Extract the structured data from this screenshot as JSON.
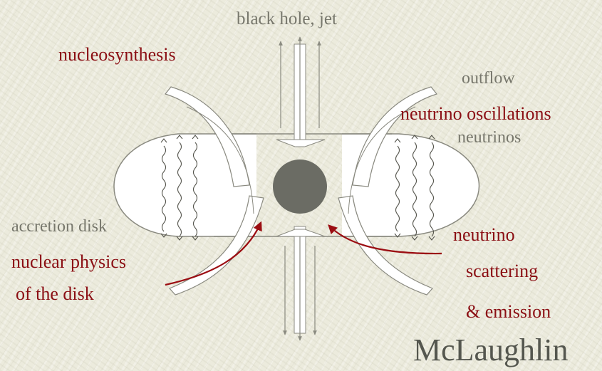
{
  "labels": {
    "black_hole_jet": "black hole, jet",
    "nucleosynthesis": "nucleosynthesis",
    "outflow": "outflow",
    "neutrino_oscillations": "neutrino oscillations",
    "neutrinos": "neutrinos",
    "accretion_disk": "accretion disk",
    "nuclear_physics_line1": "nuclear physics",
    "nuclear_physics_line2": "of the disk",
    "neutrino": "neutrino",
    "scattering": "scattering",
    "emission": "& emission",
    "signature": "McLaughlin"
  },
  "colors": {
    "background": "#ecebdd",
    "gray_text": "#77776c",
    "red_text": "#8b0f14",
    "black_hole": "#6b6c64",
    "disk_fill": "#ffffff",
    "stroke": "#8a8a80"
  }
}
